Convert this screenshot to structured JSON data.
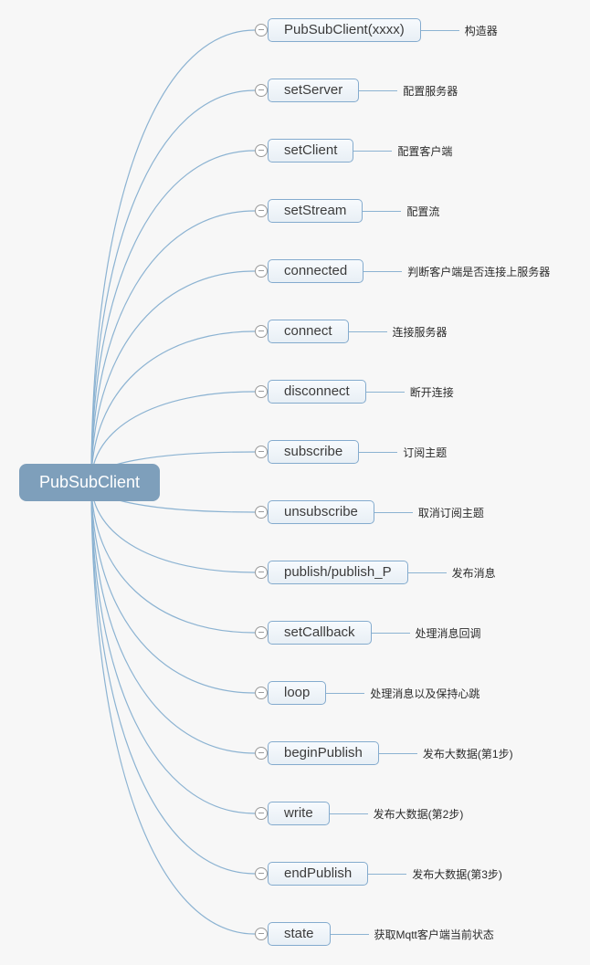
{
  "colors": {
    "background": "#f7f7f7",
    "root_fill": "#7e9fbb",
    "root_text": "#ffffff",
    "node_border": "#84abce",
    "node_fill_top": "#f7fafd",
    "node_fill_bottom": "#e8eff5",
    "node_text": "#3c3c3c",
    "note_text": "#2b2b2b",
    "line": "#8cb3d2",
    "collapse_icon": "#999999"
  },
  "root": {
    "label": "PubSubClient"
  },
  "branches": [
    {
      "label": "PubSubClient(xxxx)",
      "note": "构造器"
    },
    {
      "label": "setServer",
      "note": "配置服务器"
    },
    {
      "label": "setClient",
      "note": "配置客户端"
    },
    {
      "label": "setStream",
      "note": "配置流"
    },
    {
      "label": "connected",
      "note": "判断客户端是否连接上服务器"
    },
    {
      "label": "connect",
      "note": "连接服务器"
    },
    {
      "label": "disconnect",
      "note": "断开连接"
    },
    {
      "label": "subscribe",
      "note": "订阅主题"
    },
    {
      "label": "unsubscribe",
      "note": "取消订阅主题"
    },
    {
      "label": "publish/publish_P",
      "note": "发布消息"
    },
    {
      "label": "setCallback",
      "note": "处理消息回调"
    },
    {
      "label": "loop",
      "note": "处理消息以及保持心跳"
    },
    {
      "label": "beginPublish",
      "note": "发布大数据(第1步)"
    },
    {
      "label": "write",
      "note": "发布大数据(第2步)"
    },
    {
      "label": "endPublish",
      "note": "发布大数据(第3步)"
    },
    {
      "label": "state",
      "note": "获取Mqtt客户端当前状态"
    }
  ]
}
